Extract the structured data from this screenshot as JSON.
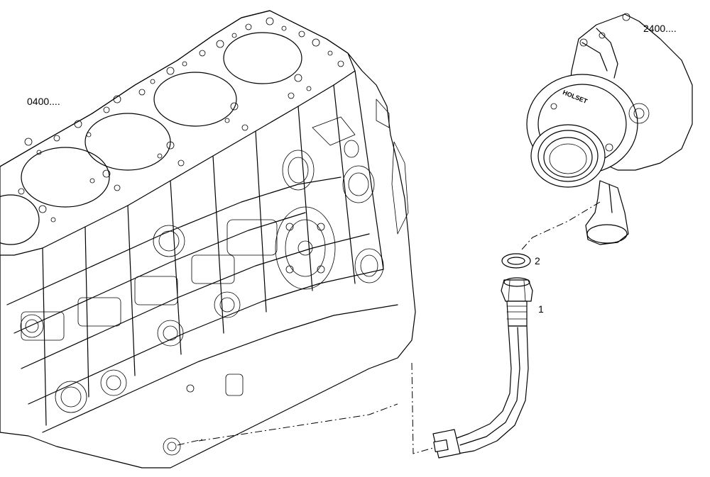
{
  "callouts": {
    "engine_block": "0400....",
    "turbocharger": "2400....",
    "seal_ring": "2",
    "oil_pipe": "1"
  },
  "turbo_housing_text": "HOLSET"
}
